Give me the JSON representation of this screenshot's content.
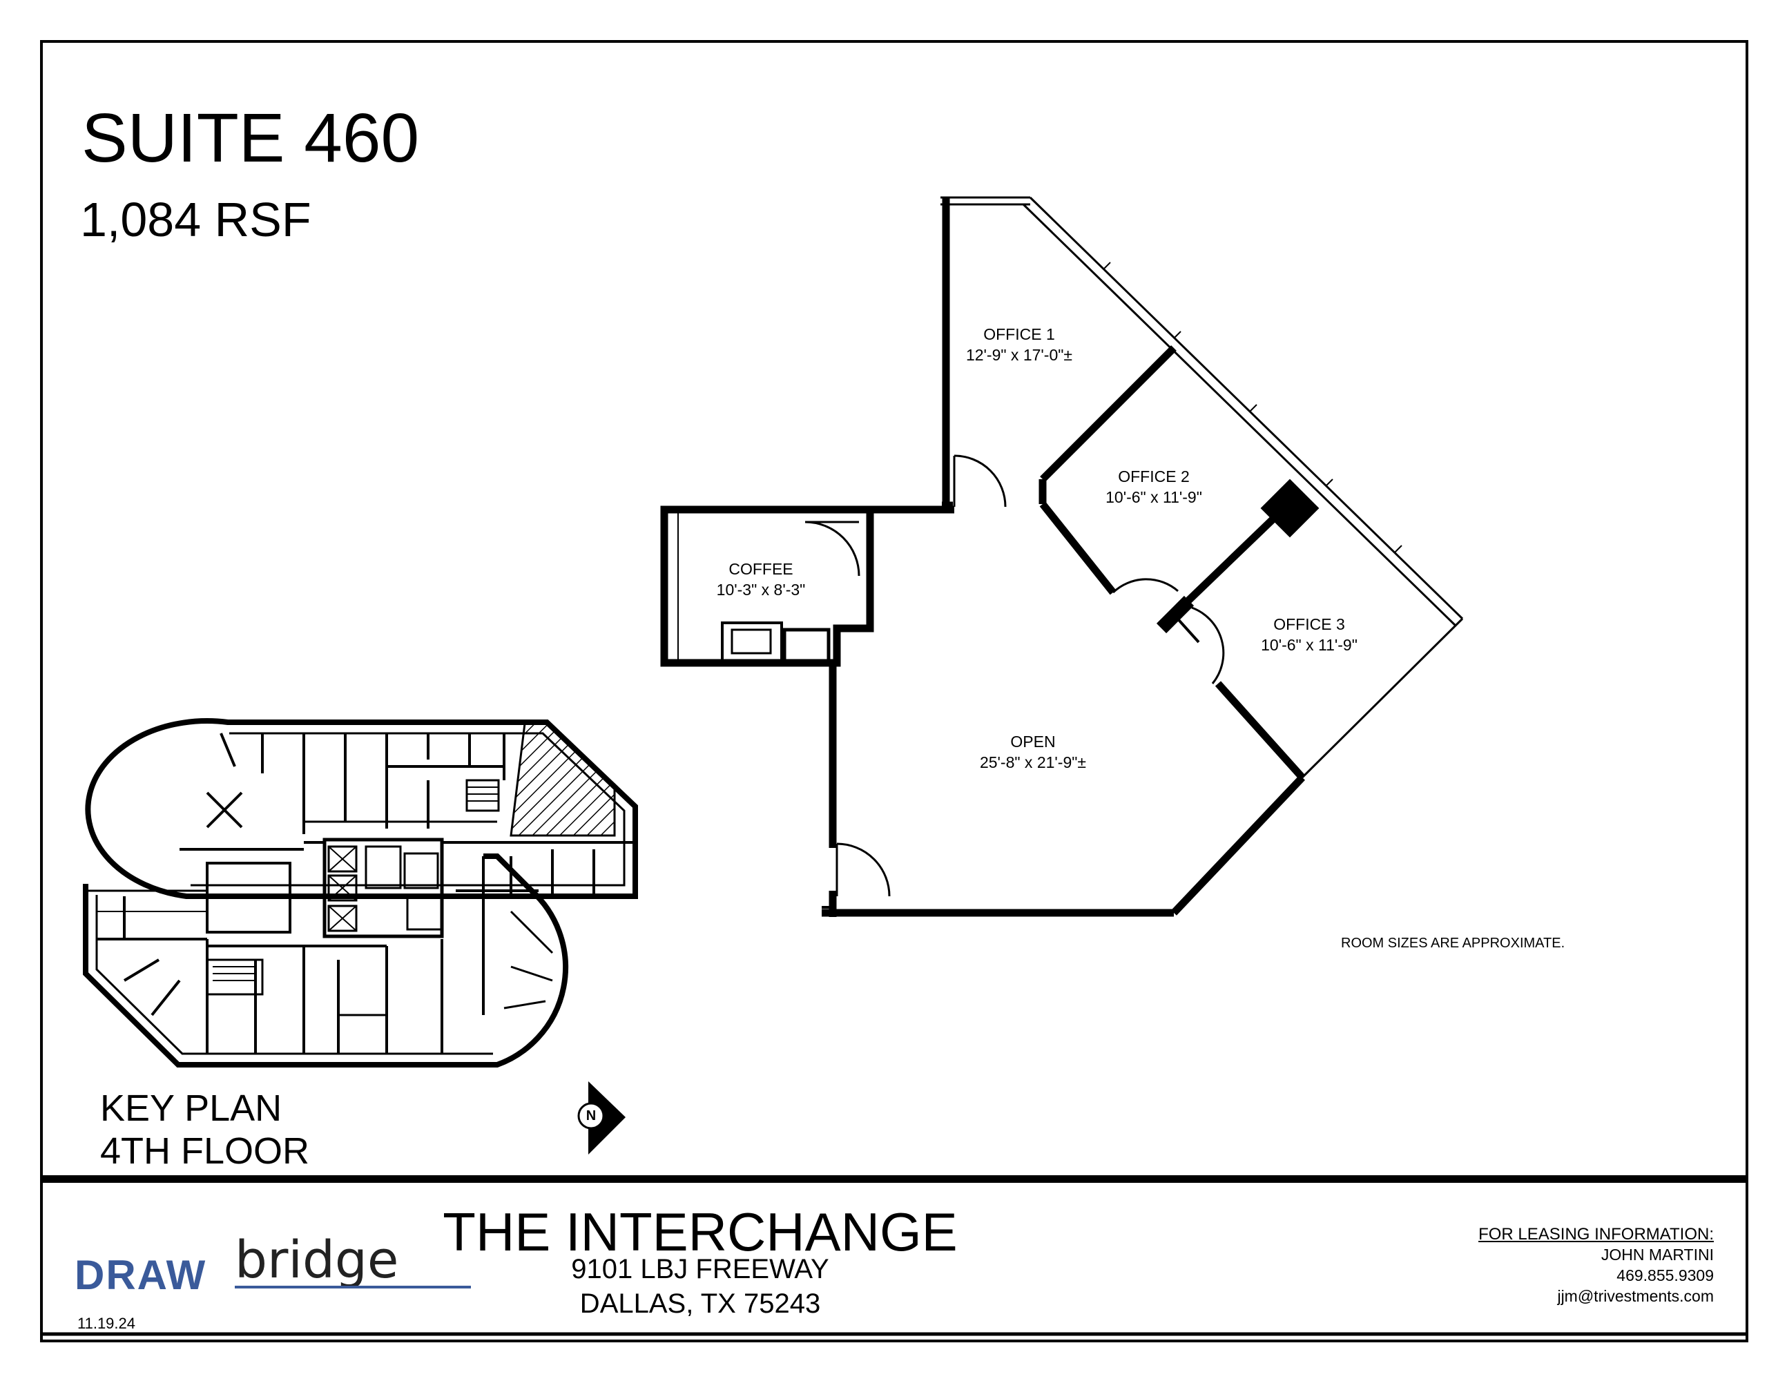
{
  "suite": {
    "title": "SUITE 460",
    "area": "1,084 RSF"
  },
  "rooms": [
    {
      "name": "OFFICE 1",
      "size": "12'-9\" x 17'-0\"±"
    },
    {
      "name": "OFFICE 2",
      "size": "10'-6\" x 11'-9\""
    },
    {
      "name": "OFFICE 3",
      "size": "10'-6\" x 11'-9\""
    },
    {
      "name": "COFFEE",
      "size": "10'-3\" x 8'-3\""
    },
    {
      "name": "OPEN",
      "size": "25'-8\" x 21'-9\"±"
    }
  ],
  "note": "ROOM SIZES ARE APPROXIMATE.",
  "key_plan": {
    "title": "KEY PLAN",
    "floor": "4TH FLOOR",
    "north": "N"
  },
  "footer": {
    "building": "THE INTERCHANGE",
    "street": "9101 LBJ FREEWAY",
    "city": "DALLAS, TX  75243",
    "logo_primary": "DRAW",
    "logo_secondary": "bridge",
    "date": "11.19.24",
    "leasing_heading": "FOR LEASING INFORMATION:",
    "contact": "JOHN MARTINI",
    "phone": "469.855.9309",
    "email": "jjm@trivestments.com"
  },
  "colors": {
    "logo_blue": "#3a5a9a",
    "suite_hatch": "#000000"
  }
}
